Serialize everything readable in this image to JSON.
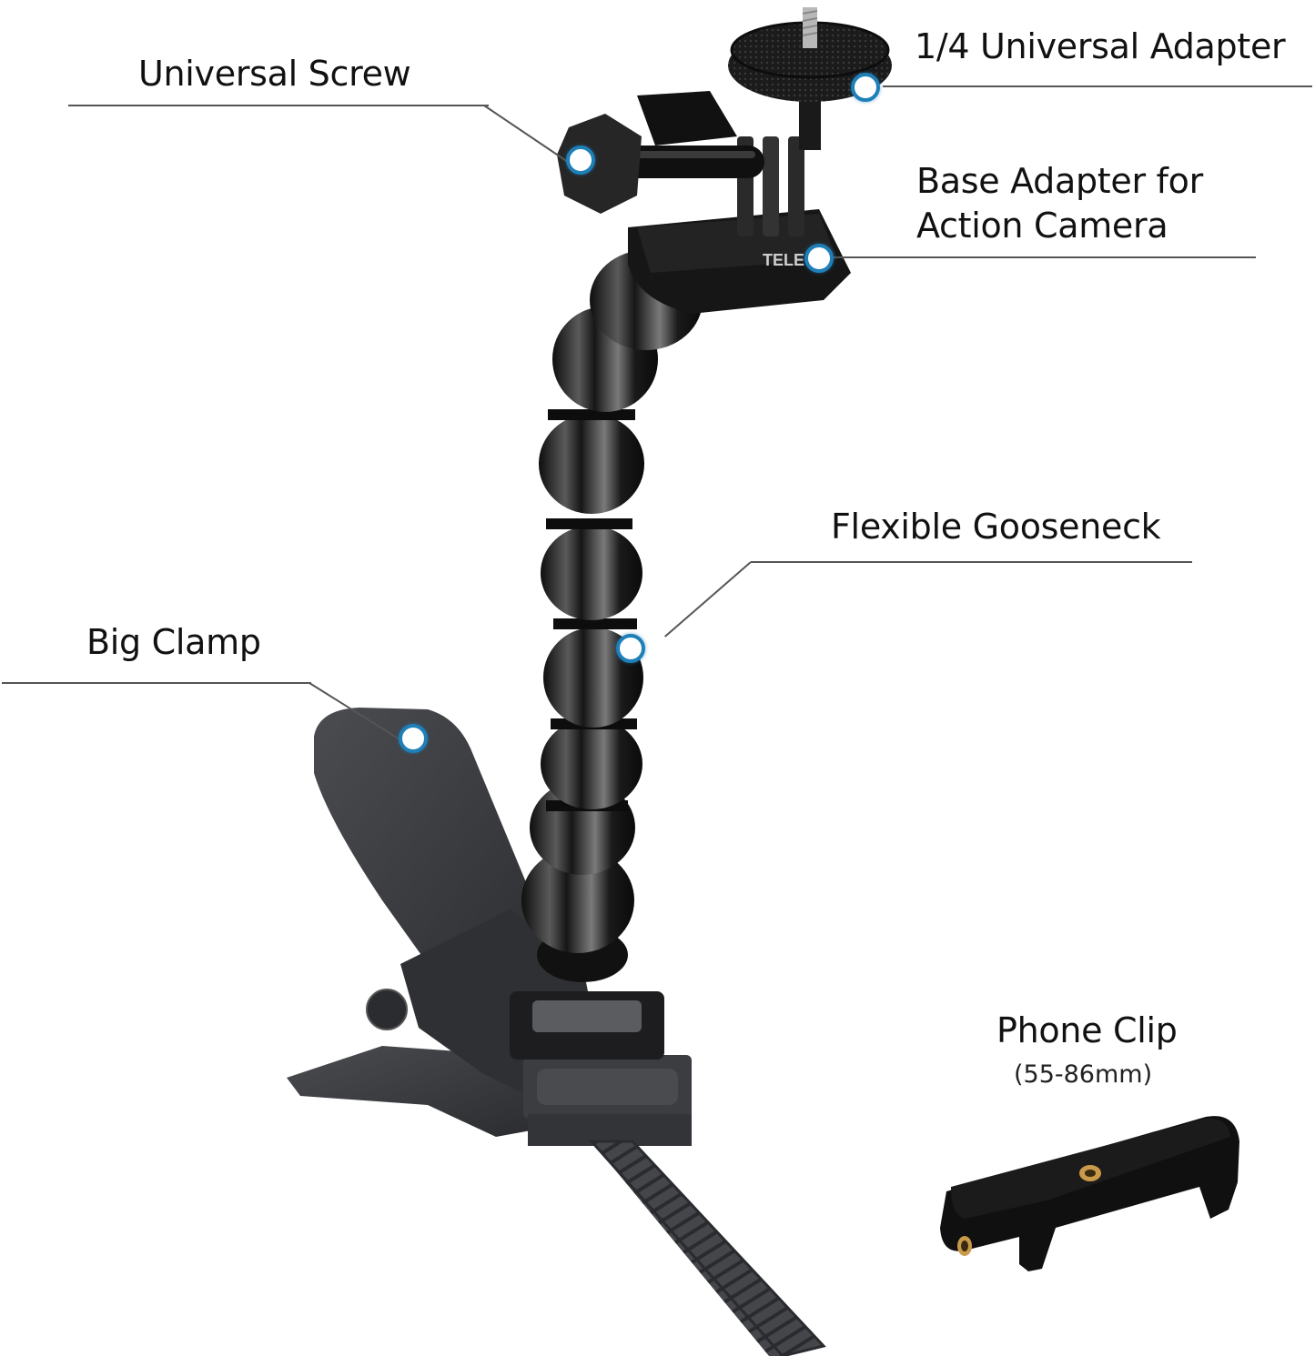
{
  "product": {
    "brand_mark": "TELE"
  },
  "callouts": [
    {
      "id": "universal-screw",
      "label": "Universal Screw"
    },
    {
      "id": "quarter-inch-adapter",
      "label": "1/4 Universal Adapter"
    },
    {
      "id": "base-adapter",
      "label_line1": "Base Adapter for",
      "label_line2": "Action Camera"
    },
    {
      "id": "gooseneck",
      "label": "Flexible Gooseneck"
    },
    {
      "id": "big-clamp",
      "label": "Big Clamp"
    }
  ],
  "phone_clip": {
    "title": "Phone Clip",
    "size_range": "(55-86mm)"
  },
  "colors": {
    "callout_dot_ring": "#1f7fb8",
    "callout_line": "#555555",
    "product_black": "#141414",
    "clamp_gray": "#3b3d40",
    "brass_insert": "#c89a4a"
  }
}
